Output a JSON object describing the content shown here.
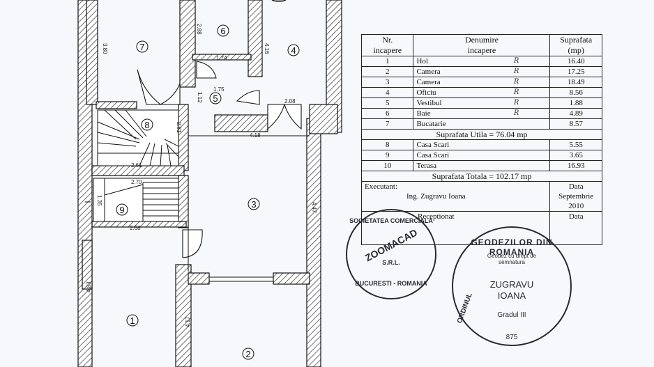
{
  "table": {
    "headers": {
      "no": "Nr.\nincapere",
      "name": "Denumire\nincapere",
      "area": "Suprafata\n(mp)"
    },
    "rooms": [
      {
        "no": "1",
        "name": "Hol",
        "mark": "R",
        "area": "16.40"
      },
      {
        "no": "2",
        "name": "Camera",
        "mark": "R",
        "area": "17.25"
      },
      {
        "no": "3",
        "name": "Camera",
        "mark": "R",
        "area": "18.49"
      },
      {
        "no": "4",
        "name": "Oficiu",
        "mark": "R",
        "area": "8.56"
      },
      {
        "no": "5",
        "name": "Vestibul",
        "mark": "R",
        "area": "1.88"
      },
      {
        "no": "6",
        "name": "Baie",
        "mark": "R",
        "area": "4.89"
      },
      {
        "no": "7",
        "name": "Bucatarie",
        "mark": "",
        "area": "8.57"
      }
    ],
    "useful_area": "Suprafata Utila = 76.04 mp",
    "extra": [
      {
        "no": "8",
        "name": "Casa Scari",
        "area": "5.55"
      },
      {
        "no": "9",
        "name": "Casa Scari",
        "area": "3.65"
      },
      {
        "no": "10",
        "name": "Terasa",
        "area": "16.93"
      }
    ],
    "total_area": "Suprafata Totala = 102.17 mp",
    "executant_label": "Executant:",
    "executant_name": "Ing. Zugravu Ioana",
    "data_label": "Data",
    "data_value": "Septembrie 2010",
    "receptionat_label": "Receptionat",
    "data_label2": "Data"
  },
  "stamps": {
    "company": {
      "top": "SOCIETATEA COMERCIALA",
      "name": "ZOOMACAD",
      "srl": "S.R.L.",
      "city": "BUCURESTI - ROMANIA"
    },
    "surveyor": {
      "ring": "GEODEZILOR DIN ROMANIA",
      "inner": "Geodez cu drept de semnatura",
      "name1": "ZUGRAVU",
      "name2": "IOANA",
      "grade": "Gradul III",
      "number": "875",
      "side": "ORDINUL"
    }
  },
  "plan": {
    "rooms": [
      "1",
      "2",
      "3",
      "4",
      "5",
      "6",
      "7",
      "8",
      "9"
    ],
    "dims": {
      "d380": "3.80",
      "d288": "2.88",
      "d174": "1.74",
      "d416": "4.16",
      "d175": "1.75",
      "d112": "1.12",
      "d208": "2.08",
      "d281": "2.81",
      "d418": "4.18",
      "d261": "2.61",
      "d270": "2.70",
      "d135": "1.35",
      "d268": "2.68",
      "d447": "4.47",
      "d483": "4.83",
      "d417": "4.17"
    }
  }
}
